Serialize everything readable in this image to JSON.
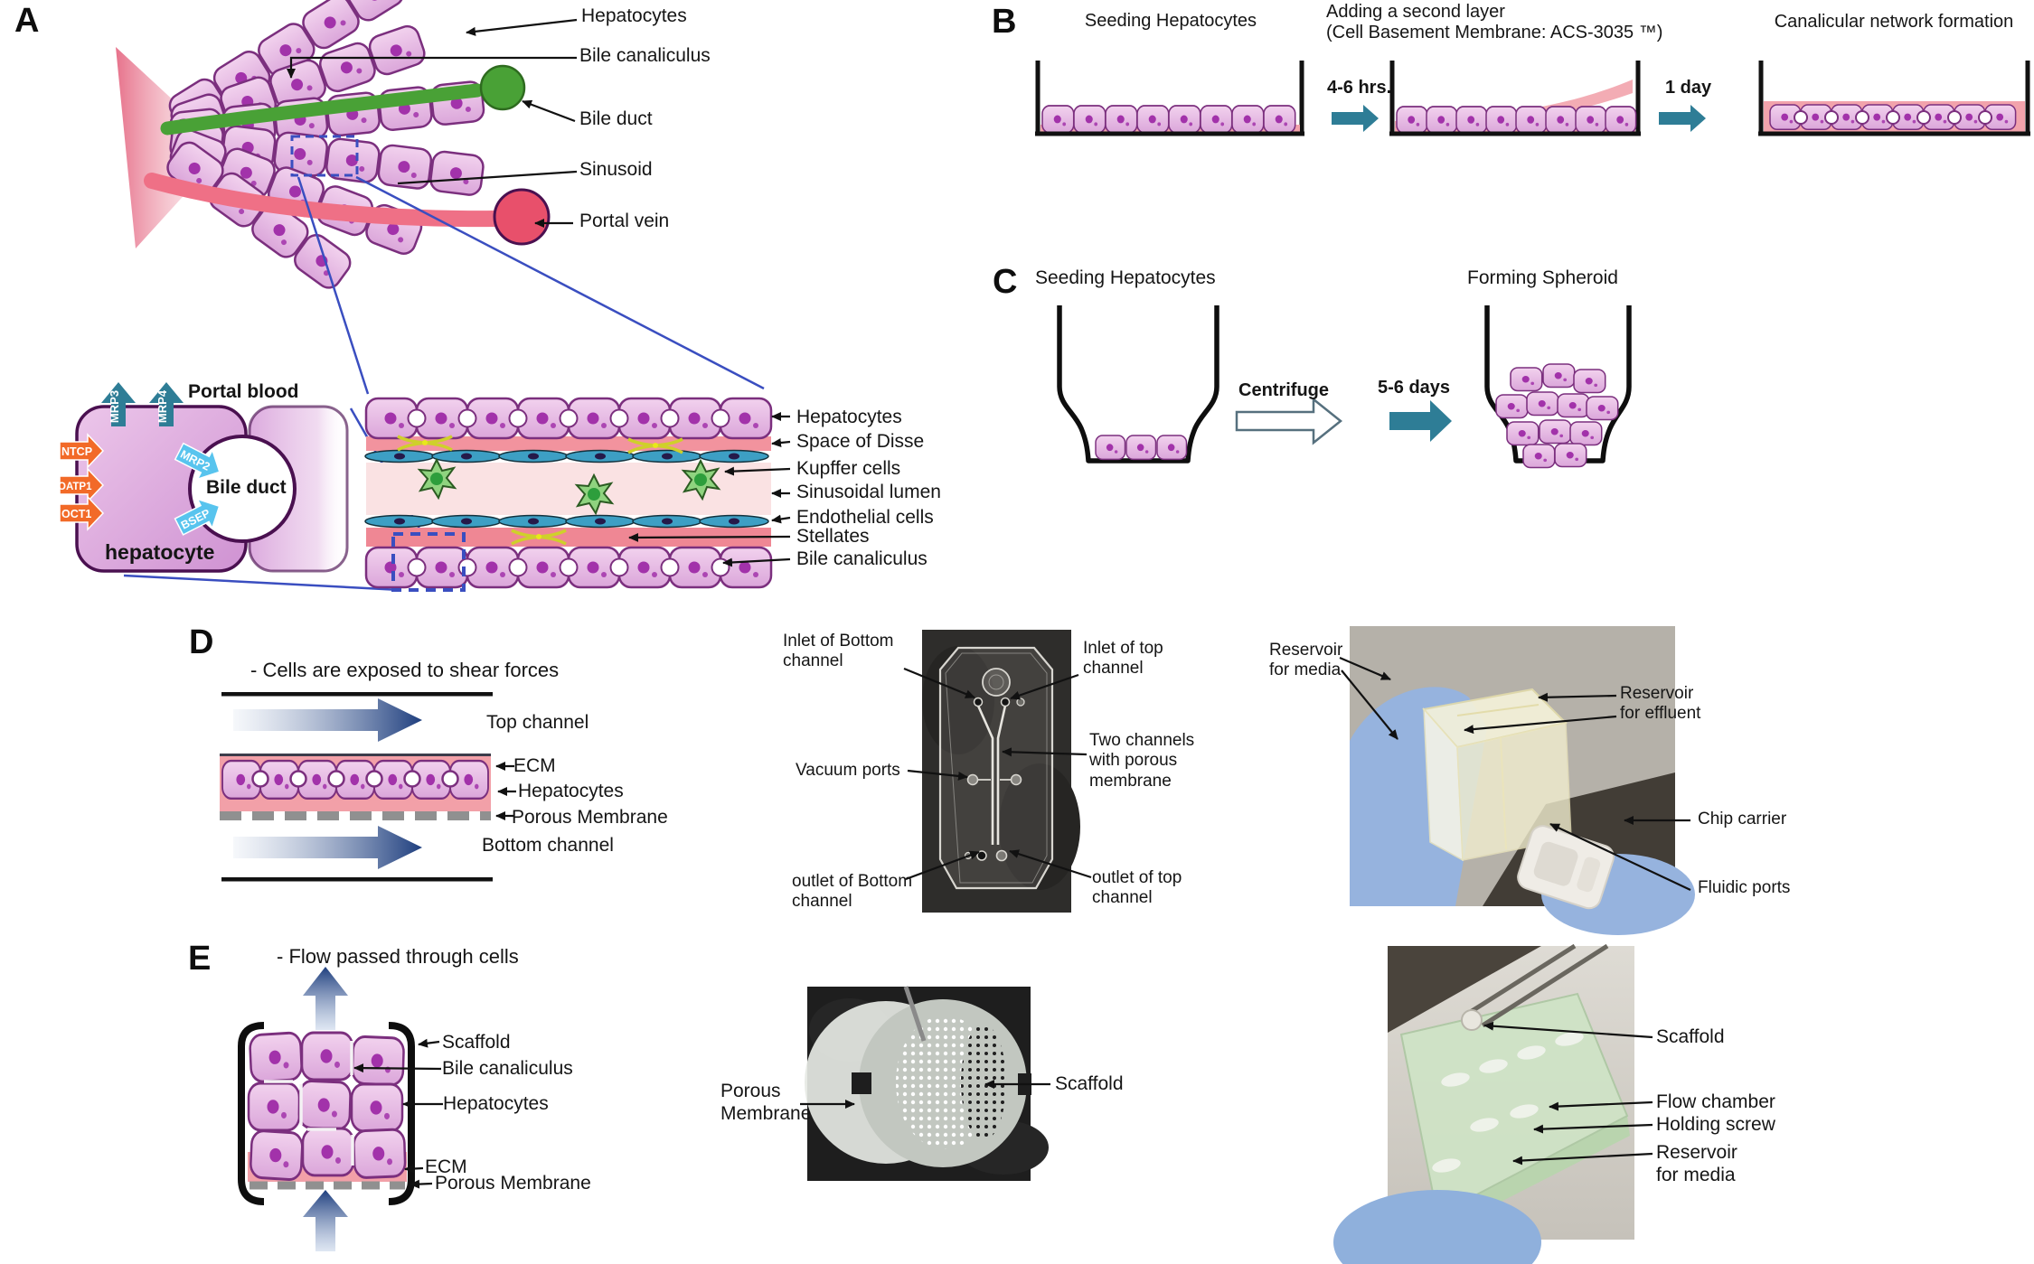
{
  "panel_a": {
    "letter": "A",
    "lobule": {
      "hepatocytes": "Hepatocytes",
      "bile_canaliculus": "Bile canaliculus",
      "bile_duct": "Bile duct",
      "sinusoid": "Sinusoid",
      "portal_vein": "Portal vein"
    },
    "hepatocyte_cell": {
      "portal_blood": "Portal blood",
      "transporters_efflux": [
        "MRP3",
        "MRP4"
      ],
      "transporters_basolateral": [
        "NTCP",
        "OATP1",
        "OCT1"
      ],
      "transporters_canalicular": [
        "MRP2",
        "BSEP"
      ],
      "bile_duct": "Bile duct",
      "hepatocyte": "hepatocyte"
    },
    "sinusoid_section": {
      "hepatocytes": "Hepatocytes",
      "space_of_disse": "Space of Disse",
      "kupffer_cells": "Kupffer cells",
      "sinusoidal_lumen": "Sinusoidal lumen",
      "endothelial_cells": "Endothelial cells",
      "stellates": "Stellates",
      "bile_canaliculus": "Bile canaliculus"
    }
  },
  "panel_b": {
    "letter": "B",
    "step1_title": "Seeding Hepatocytes",
    "step2_title_line1": "Adding a second layer",
    "step2_title_line2": "(Cell Basement Membrane: ACS-3035 ™)",
    "step3_title": "Canalicular network formation",
    "time1": "4-6 hrs.",
    "time2": "1 day"
  },
  "panel_c": {
    "letter": "C",
    "left_title": "Seeding Hepatocytes",
    "right_title": "Forming Spheroid",
    "arrow1_label": "Centrifuge",
    "arrow2_label": "5-6 days"
  },
  "panel_d": {
    "letter": "D",
    "caption": "- Cells are exposed to shear forces",
    "schematic": {
      "top_channel": "Top channel",
      "ecm": "ECM",
      "hepatocytes": "Hepatocytes",
      "porous_membrane": "Porous Membrane",
      "bottom_channel": "Bottom channel"
    },
    "chip_photo": {
      "inlet_bottom": "Inlet of Bottom channel",
      "inlet_top": "Inlet of top channel",
      "vacuum_ports": "Vacuum ports",
      "two_channels": "Two channels with porous membrane",
      "outlet_bottom": "outlet of Bottom channel",
      "outlet_top": "outlet of top channel"
    },
    "carrier_photo": {
      "reservoir_media": "Reservoir for media",
      "reservoir_effluent": "Reservoir for effluent",
      "chip_carrier": "Chip carrier",
      "fluidic_ports": "Fluidic ports"
    }
  },
  "panel_e": {
    "letter": "E",
    "caption": "- Flow passed through cells",
    "schematic": {
      "scaffold": "Scaffold",
      "bile_canaliculus": "Bile canaliculus",
      "hepatocytes": "Hepatocytes",
      "ecm": "ECM",
      "porous_membrane": "Porous Membrane"
    },
    "scaffold_photo": {
      "porous_membrane": "Porous Membrane",
      "scaffold": "Scaffold"
    },
    "chamber_photo": {
      "scaffold": "Scaffold",
      "flow_chamber": "Flow chamber",
      "holding_screw": "Holding screw",
      "reservoir_media": "Reservoir for media"
    }
  },
  "colors": {
    "cell_fill": "#e5b5e2",
    "cell_stroke": "#7b2f7e",
    "nucleus": "#a232aa",
    "teal_arrow": "#2e7d96",
    "flow_arrow_dark": "#1e3e7e",
    "orange_transporter": "#f26a28",
    "blue_transporter": "#58c4ee",
    "green_duct": "#49a136",
    "red_vessel": "#e8506b",
    "kupffer_green": "#8fd37f",
    "endothelial_blue": "#3d9fc4",
    "stellate_yellow": "#cfd02a",
    "connector_blue": "#3a4ec0"
  }
}
